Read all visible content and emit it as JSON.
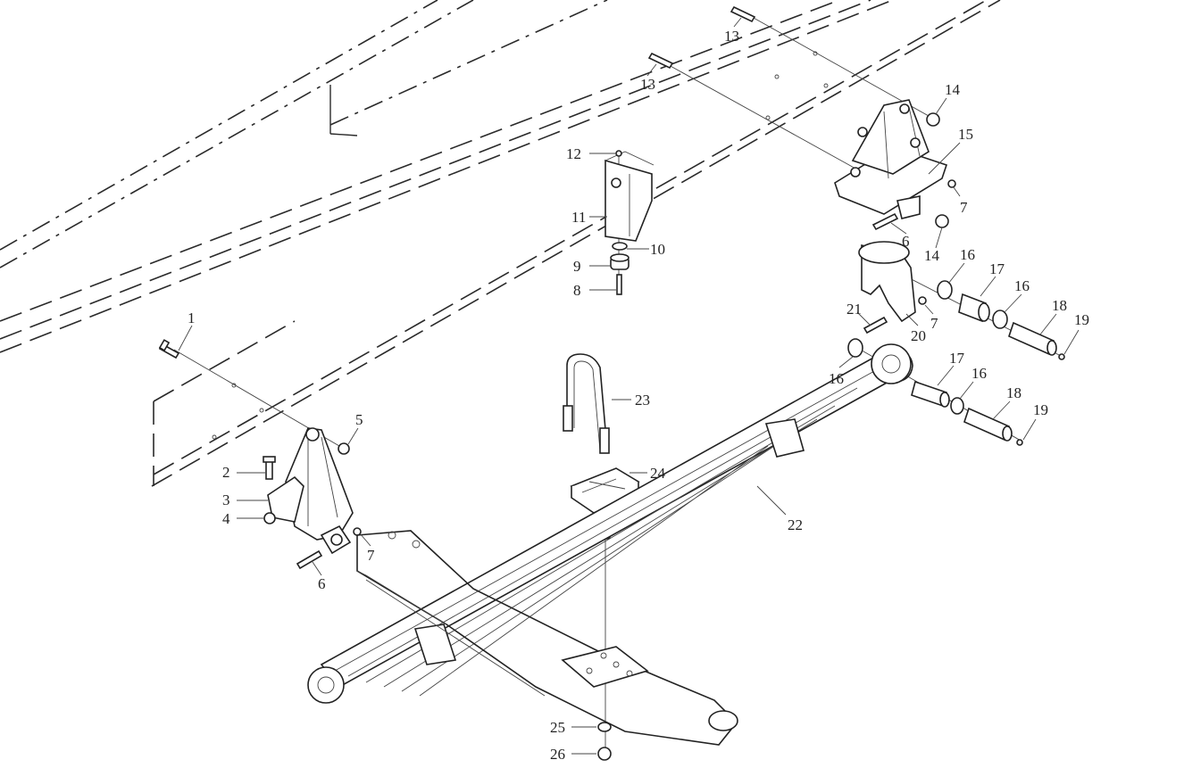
{
  "callouts": [
    {
      "id": "c1",
      "text": "1"
    },
    {
      "id": "c2",
      "text": "2"
    },
    {
      "id": "c3",
      "text": "3"
    },
    {
      "id": "c4",
      "text": "4"
    },
    {
      "id": "c5",
      "text": "5"
    },
    {
      "id": "c6a",
      "text": "6"
    },
    {
      "id": "c7a",
      "text": "7"
    },
    {
      "id": "c8",
      "text": "8"
    },
    {
      "id": "c9",
      "text": "9"
    },
    {
      "id": "c10",
      "text": "10"
    },
    {
      "id": "c11",
      "text": "11"
    },
    {
      "id": "c12",
      "text": "12"
    },
    {
      "id": "c13a",
      "text": "13"
    },
    {
      "id": "c13b",
      "text": "13"
    },
    {
      "id": "c14a",
      "text": "14"
    },
    {
      "id": "c14b",
      "text": "14"
    },
    {
      "id": "c15",
      "text": "15"
    },
    {
      "id": "c7b",
      "text": "7"
    },
    {
      "id": "c6b",
      "text": "6"
    },
    {
      "id": "c16a",
      "text": "16"
    },
    {
      "id": "c17a",
      "text": "17"
    },
    {
      "id": "c16b",
      "text": "16"
    },
    {
      "id": "c18a",
      "text": "18"
    },
    {
      "id": "c19a",
      "text": "19"
    },
    {
      "id": "c21",
      "text": "21"
    },
    {
      "id": "c7c",
      "text": "7"
    },
    {
      "id": "c20",
      "text": "20"
    },
    {
      "id": "c16c",
      "text": "16"
    },
    {
      "id": "c17b",
      "text": "17"
    },
    {
      "id": "c16d",
      "text": "16"
    },
    {
      "id": "c18b",
      "text": "18"
    },
    {
      "id": "c19b",
      "text": "19"
    },
    {
      "id": "c23",
      "text": "23"
    },
    {
      "id": "c24",
      "text": "24"
    },
    {
      "id": "c22",
      "text": "22"
    },
    {
      "id": "c25",
      "text": "25"
    },
    {
      "id": "c26",
      "text": "26"
    }
  ]
}
